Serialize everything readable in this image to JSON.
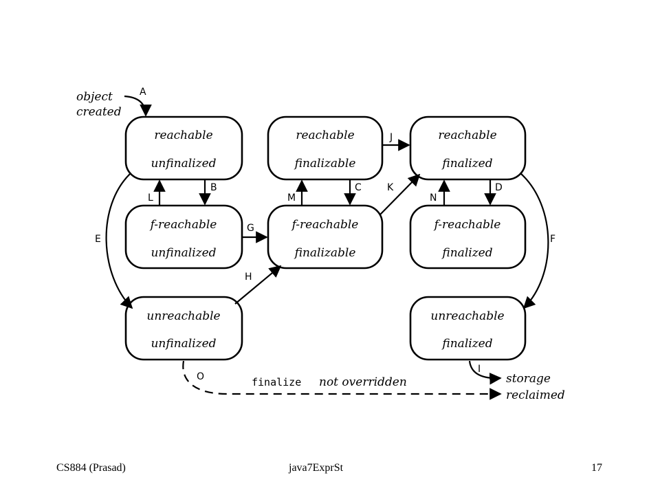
{
  "diagram": {
    "states": {
      "s1": {
        "line1": "reachable",
        "line2": "unfinalized"
      },
      "s2": {
        "line1": "reachable",
        "line2": "finalizable"
      },
      "s3": {
        "line1": "reachable",
        "line2": "finalized"
      },
      "s4": {
        "line1": "f-reachable",
        "line2": "unfinalized"
      },
      "s5": {
        "line1": "f-reachable",
        "line2": "finalizable"
      },
      "s6": {
        "line1": "f-reachable",
        "line2": "finalized"
      },
      "s7": {
        "line1": "unreachable",
        "line2": "unfinalized"
      },
      "s8": {
        "line1": "unreachable",
        "line2": "finalized"
      }
    },
    "labels": {
      "A": "A",
      "B": "B",
      "C": "C",
      "D": "D",
      "E": "E",
      "F": "F",
      "G": "G",
      "H": "H",
      "I": "I",
      "J": "J",
      "K": "K",
      "L": "L",
      "M": "M",
      "N": "N",
      "O": "O"
    },
    "start_note": {
      "line1": "object",
      "line2": "created"
    },
    "end_note": {
      "line1": "storage",
      "line2": "reclaimed"
    },
    "finalize_note": {
      "code": "finalize",
      "text": "not overridden"
    }
  },
  "footer": {
    "left": "CS884 (Prasad)",
    "center": "java7ExprSt",
    "right": "17"
  }
}
